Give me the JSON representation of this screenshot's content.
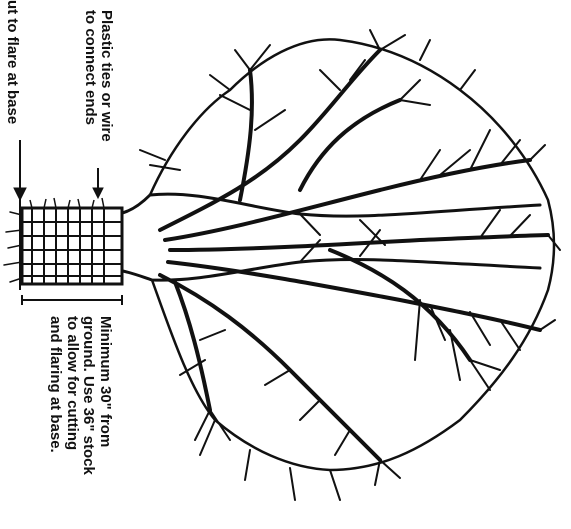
{
  "labels": {
    "ties_line1": "Plastic ties or wire",
    "ties_line2": "to connect ends",
    "minimum_line1": "Minimum 30\" from",
    "minimum_line2": "ground. Use 36\" stock",
    "minimum_line3": "to allow for cutting",
    "minimum_line4": "and flaring at base.",
    "cut_flare": "ut to flare at base"
  },
  "colors": {
    "ink": "#111111",
    "background": "#ffffff"
  }
}
